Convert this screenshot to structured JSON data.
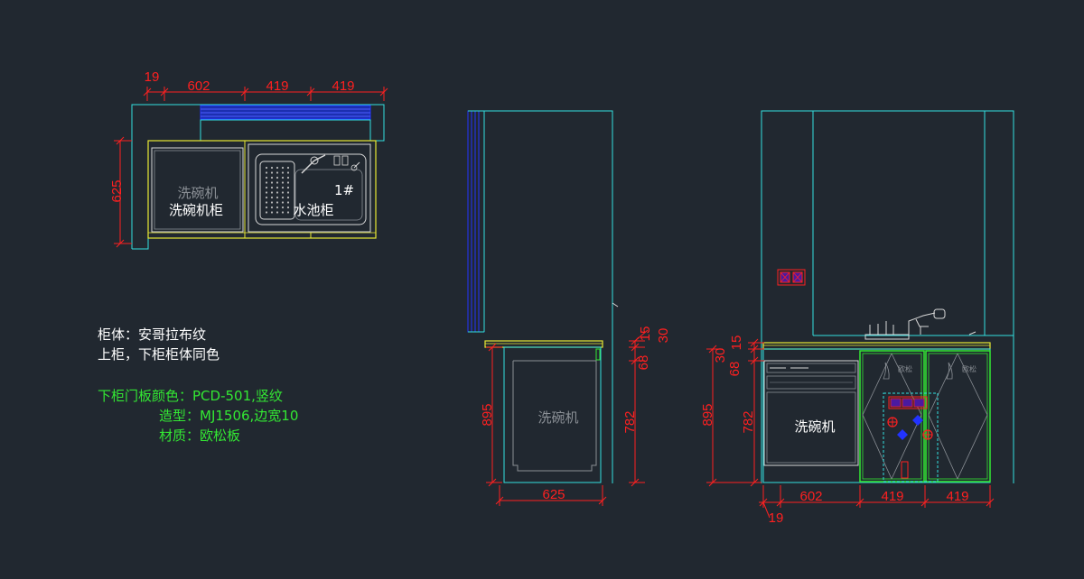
{
  "plan": {
    "dims_top": [
      "19",
      "602",
      "419",
      "419"
    ],
    "dim_left": "625",
    "label_dishwasher_gray": "洗碗机",
    "label_dishwasher_cab": "洗碗机柜",
    "label_sink_cab": "水池柜",
    "label_sink_no": "1#"
  },
  "side": {
    "label_dishwasher": "洗碗机",
    "dim_895": "895",
    "dim_782": "782",
    "dim_625": "625",
    "dim_15": "15",
    "dim_30": "30",
    "dim_68": "68"
  },
  "front": {
    "label_dishwasher": "洗碗机",
    "dim_895": "895",
    "dim_782": "782",
    "dim_15": "15",
    "dim_30": "30",
    "dim_68": "68",
    "dims_bottom": [
      "602",
      "419",
      "419"
    ],
    "dim_19": "19",
    "door_text": "欧松"
  },
  "notes": {
    "cabinet_body": "柜体：安哥拉布纹",
    "same_color": "上柜，下柜柜体同色",
    "door_color": "下柜门板颜色：PCD-501,竖纹",
    "style": "造型：MJ1506,边宽10",
    "material": "材质：欧松板"
  },
  "colors": {
    "background": "#212830",
    "cyan": "#33e0e0",
    "red": "#ff2020",
    "green": "#33e833",
    "yellow": "#e8e833",
    "blue": "#2233ff",
    "gray": "#8a8f95",
    "white": "#ffffff"
  }
}
